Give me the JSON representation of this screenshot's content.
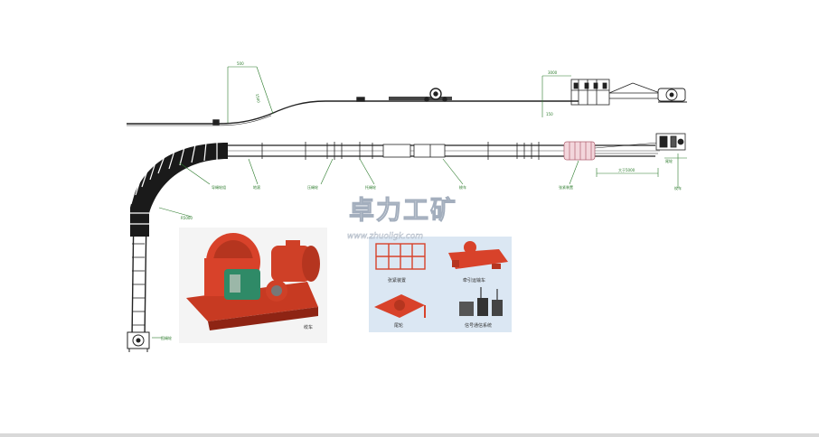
{
  "diagram": {
    "colors": {
      "line": "#222222",
      "dimension_green": "#2a7a2a",
      "equipment_red": "#d8422a",
      "photo_bg": "#dbe7f3",
      "rule": "#d9d9d9"
    },
    "side_view_dimensions": {
      "slope_length": "500",
      "slope_height": "1500",
      "tail_gap": "3000",
      "tail_height": "150"
    },
    "plan_labels": {
      "return_wheel": "回绳轮",
      "guide_wheel_group": "导绳轮组",
      "rope_guide_rollers": "托绳轮",
      "ground_wheel": "地滚",
      "pressure_wheel": "压绳轮",
      "tension_frame": "张紧装置",
      "car": "梭车",
      "winch_gap": "大于5000",
      "winch_side": "绞车",
      "tail_side": "尾轮",
      "arc_radius": "R5000"
    },
    "watermark": {
      "brand": "卓力工矿",
      "url": "www.zhuoligk.com"
    },
    "winch_photo": {
      "caption": "绞车"
    },
    "components_photo": {
      "items": [
        {
          "caption": "张紧装置"
        },
        {
          "caption": "牵引运输车"
        },
        {
          "caption": "尾轮"
        },
        {
          "caption": "信号通信系统"
        }
      ]
    }
  }
}
